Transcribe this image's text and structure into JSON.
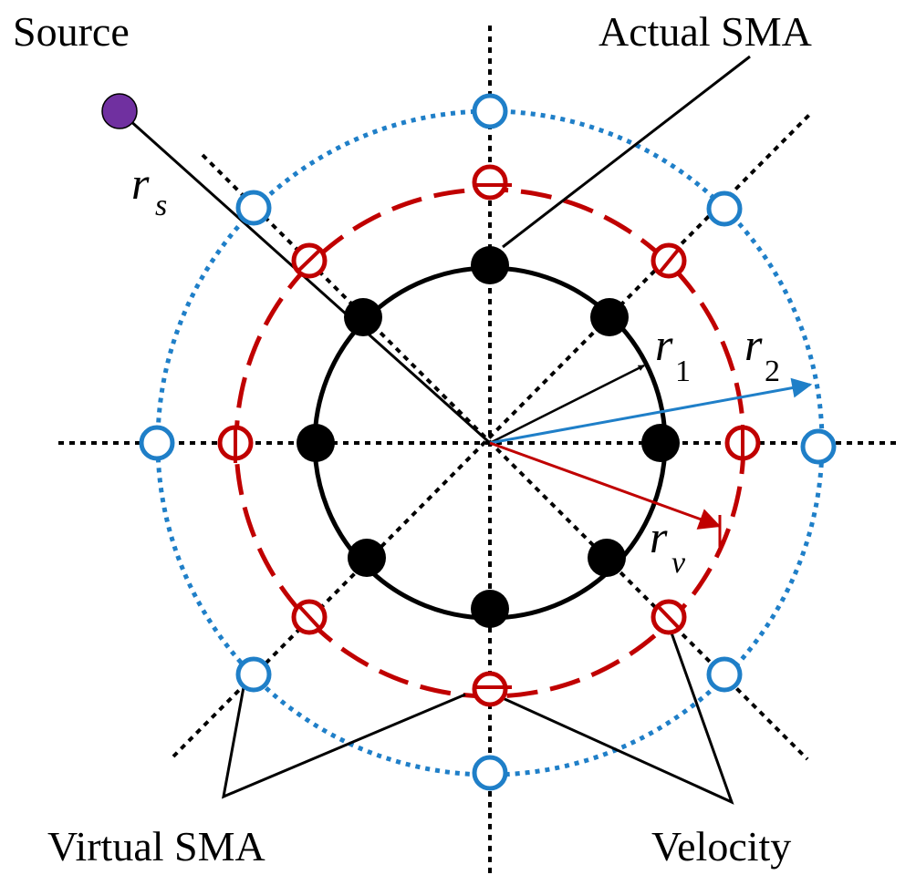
{
  "labels": {
    "source": "Source",
    "actual_sma": "Actual SMA",
    "virtual_sma": "Virtual SMA",
    "velocity": "Velocity"
  },
  "symbols": {
    "rs": {
      "base": "r",
      "sub": "s"
    },
    "r1": {
      "base": "r",
      "sub": "1"
    },
    "r2": {
      "base": "r",
      "sub": "2"
    },
    "rv": {
      "base": "r",
      "sub": "v"
    }
  },
  "colors": {
    "actual": "#000000",
    "velocity": "#c00000",
    "virtual": "#1f7fc8",
    "source": "#7030a0"
  }
}
